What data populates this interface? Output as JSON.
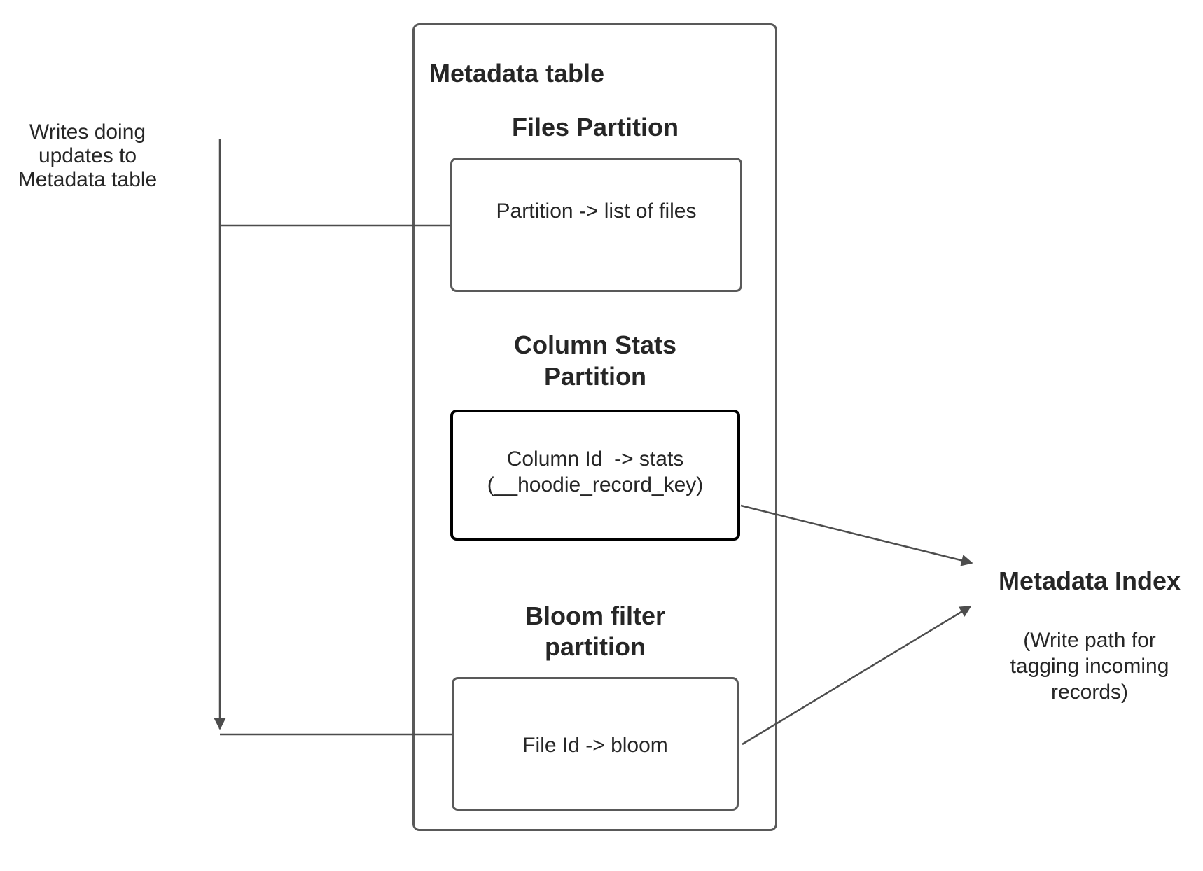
{
  "colors": {
    "connector": "#4d4d4d",
    "box_border": "#595959",
    "stats_box_border": "#000000",
    "text": "#262626",
    "background": "#ffffff"
  },
  "left_note": "Writes doing\nupdates to\nMetadata table",
  "metadata_table": {
    "title": "Metadata table",
    "files_partition": {
      "header": "Files Partition",
      "mapping": "Partition -> list of files"
    },
    "column_stats_partition": {
      "header": "Column Stats\nPartition",
      "mapping": "Column Id  -> stats\n(__hoodie_record_key)"
    },
    "bloom_filter_partition": {
      "header": "Bloom filter\npartition",
      "mapping": "File Id -> bloom"
    }
  },
  "metadata_index": {
    "title": "Metadata Index",
    "subtitle": "(Write path for\ntagging incoming\nrecords)"
  }
}
